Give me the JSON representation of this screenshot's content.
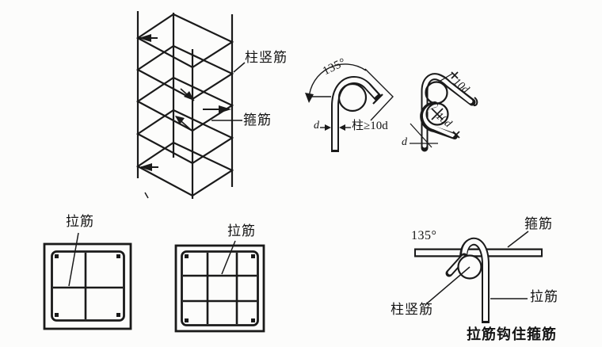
{
  "colors": {
    "ink": "#1a1a1a",
    "background": "#fcfcfb"
  },
  "cage_diagram": {
    "column_bar_label": "柱竖筋",
    "stirrup_label": "箍筋"
  },
  "hook_135_detail": {
    "angle_label": "135°",
    "diameter_label": "d",
    "extension_label": "柱≥10d"
  },
  "double_hook_detail": {
    "top_extension_label": "10d",
    "bottom_extension_label": "10d",
    "diameter_label": "d"
  },
  "section_detail_1": {
    "tie_label": "拉筋"
  },
  "section_detail_2": {
    "tie_label": "拉筋"
  },
  "tie_hook_detail": {
    "angle_label": "135°",
    "stirrup_label": "箍筋",
    "tie_label": "拉筋",
    "column_bar_label": "柱竖筋",
    "caption": "拉筋钩住箍筋"
  }
}
